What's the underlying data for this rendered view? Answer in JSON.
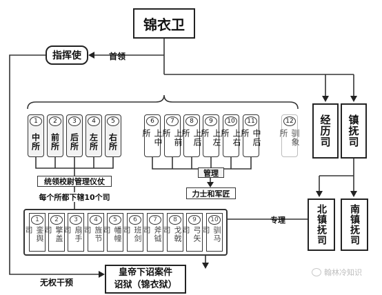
{
  "top": {
    "title": "锦衣卫"
  },
  "commander": {
    "label": "指挥使",
    "edge_label": "首领"
  },
  "offices_left": [
    {
      "num": "1",
      "name": "中所"
    },
    {
      "num": "2",
      "name": "前所"
    },
    {
      "num": "3",
      "name": "后所"
    },
    {
      "num": "4",
      "name": "左所"
    },
    {
      "num": "5",
      "name": "右所"
    }
  ],
  "offices_mid": [
    {
      "num": "6",
      "name": "上中所"
    },
    {
      "num": "7",
      "name": "上前所"
    },
    {
      "num": "8",
      "name": "上后所"
    },
    {
      "num": "9",
      "name": "上左所"
    },
    {
      "num": "10",
      "name": "上右所"
    },
    {
      "num": "11",
      "name": "中后所"
    },
    {
      "num": "12",
      "name": "驯象所"
    }
  ],
  "right_boxes": {
    "jingli": "经历司",
    "zhenfu": "镇抚司",
    "north": "北镇抚司",
    "south": "南镇抚司"
  },
  "labels": {
    "yizhang": "统领校尉管理仪仗",
    "each_office": "每个所都下辖10个司",
    "manage": "管理",
    "lishi": "力士和军匠",
    "zhuanli": "专理",
    "no_interfere": "无权干预"
  },
  "sub_offices": [
    {
      "num": "1",
      "name": "銮舆司"
    },
    {
      "num": "2",
      "name": "擎盖司"
    },
    {
      "num": "3",
      "name": "扇手司"
    },
    {
      "num": "4",
      "name": "旌节司"
    },
    {
      "num": "5",
      "name": "幡幢司"
    },
    {
      "num": "6",
      "name": "班剑司"
    },
    {
      "num": "7",
      "name": "斧钺司"
    },
    {
      "num": "8",
      "name": "戈戟司"
    },
    {
      "num": "9",
      "name": "弓矢司"
    },
    {
      "num": "10",
      "name": "驯马司"
    }
  ],
  "prison": {
    "line1": "皇帝下诏案件",
    "line2": "诏狱（锦衣狱）"
  },
  "watermark": "翰林冷知识"
}
